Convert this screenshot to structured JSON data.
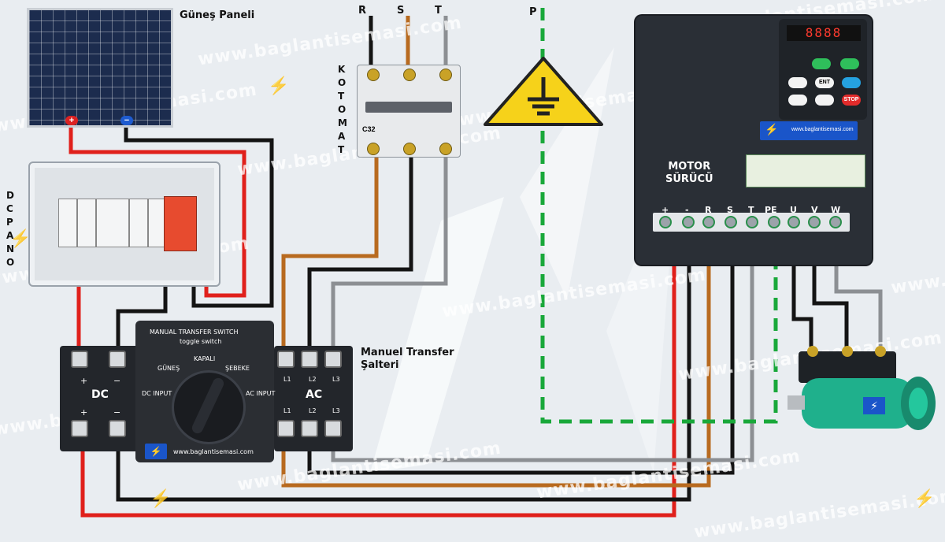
{
  "watermark_text": "www.baglantisemasi.com",
  "labels": {
    "solar_panel": "Güneş Paneli",
    "dc_pano": "DC PANO",
    "otomat": "K OTOMAT",
    "phase_r": "R",
    "phase_s": "S",
    "phase_t": "T",
    "protective_earth": "P",
    "motor_driver_line1": "MOTOR",
    "motor_driver_line2": "SÜRÜCÜ",
    "transfer_switch_line1": "Manuel Transfer",
    "transfer_switch_line2": "Şalteri"
  },
  "solar_terminals": {
    "positive": "+",
    "negative": "−"
  },
  "breaker_model": "C32",
  "driver": {
    "display_value": "8888",
    "keys": {
      "ent": "ENT",
      "stop": "STOP"
    },
    "badge_url": "www.baglantisemasi.com",
    "terminals": [
      "+",
      "-",
      "R",
      "S",
      "T",
      "PE",
      "U",
      "V",
      "W"
    ]
  },
  "transfer_switch": {
    "title": "MANUAL TRANSFER SWITCH",
    "subtitle": "toggle switch",
    "pos_gunes": "GÜNEŞ",
    "pos_kapali": "KAPALI",
    "pos_sebeke": "ŞEBEKE",
    "dc_input": "DC INPUT",
    "ac_input": "AC INPUT",
    "dc": "DC",
    "ac": "AC",
    "plus": "+",
    "minus": "−",
    "l1": "L1",
    "l2": "L2",
    "l3": "L3",
    "url": "www.baglantisemasi.com"
  },
  "colors": {
    "dc_positive": "#e0201b",
    "dc_negative": "#141414",
    "phase_r": "#b86a1f",
    "phase_s": "#141414",
    "phase_t": "#8c8f93",
    "earth": "#19a83a",
    "ground_sign": "#f6d21a",
    "motor_body": "#1fb08c"
  }
}
